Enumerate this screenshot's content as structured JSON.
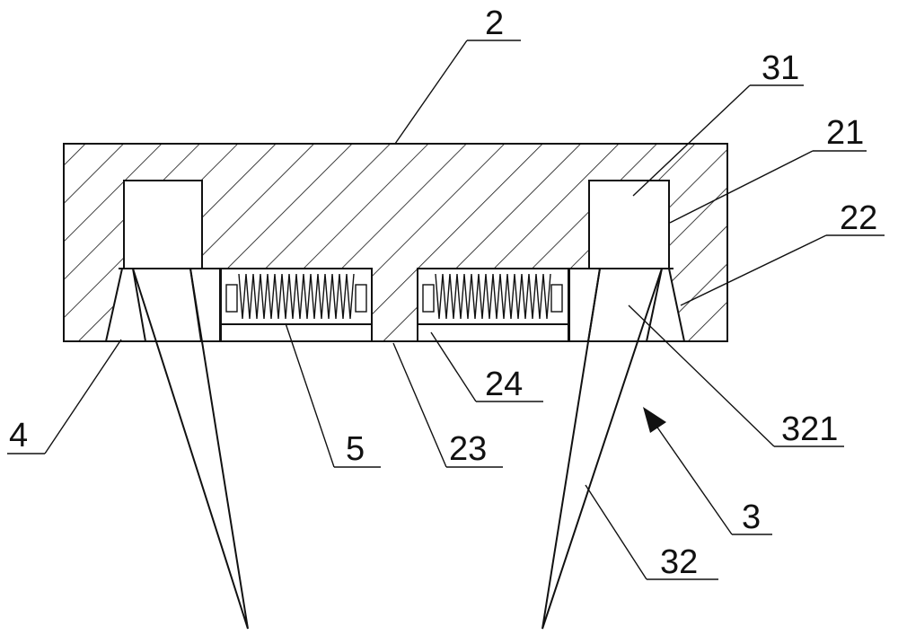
{
  "figure": {
    "labels": {
      "part_2": "2",
      "part_31": "31",
      "part_21": "21",
      "part_22": "22",
      "part_4": "4",
      "part_5": "5",
      "part_23": "23",
      "part_24": "24",
      "part_321": "321",
      "part_3": "3",
      "part_32": "32"
    },
    "colors": {
      "line": "#111111",
      "background": "#ffffff"
    }
  }
}
